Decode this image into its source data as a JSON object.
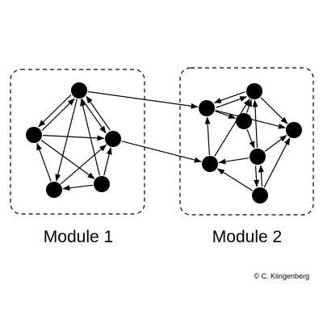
{
  "modules": [
    {
      "label": "Module 1",
      "nodes": [
        "m1-a",
        "m1-b",
        "m1-c",
        "m1-d",
        "m1-e"
      ]
    },
    {
      "label": "Module 2",
      "nodes": [
        "m2-a",
        "m2-b",
        "m2-c",
        "m2-d",
        "m2-e",
        "m2-f",
        "m2-g"
      ]
    }
  ],
  "edges": [
    {
      "from": "m1-b",
      "to": "m1-a"
    },
    {
      "from": "m1-a",
      "to": "m1-b"
    },
    {
      "from": "m1-a",
      "to": "m1-c"
    },
    {
      "from": "m1-a",
      "to": "m1-d"
    },
    {
      "from": "m1-c",
      "to": "m1-a"
    },
    {
      "from": "m1-b",
      "to": "m1-c"
    },
    {
      "from": "m1-b",
      "to": "m1-e"
    },
    {
      "from": "m1-d",
      "to": "m1-b"
    },
    {
      "from": "m1-e",
      "to": "m1-d"
    },
    {
      "from": "m1-d",
      "to": "m1-c"
    },
    {
      "from": "m1-e",
      "to": "m1-c"
    },
    {
      "from": "m1-e",
      "to": "m1-a"
    },
    {
      "from": "m1-a",
      "to": "m2-a"
    },
    {
      "from": "m1-c",
      "to": "m2-d"
    },
    {
      "from": "m2-a",
      "to": "m2-b"
    },
    {
      "from": "m2-b",
      "to": "m2-a"
    },
    {
      "from": "m2-b",
      "to": "m2-c"
    },
    {
      "from": "m2-a",
      "to": "m2-c"
    },
    {
      "from": "m2-a",
      "to": "m2-f"
    },
    {
      "from": "m2-d",
      "to": "m2-a"
    },
    {
      "from": "m2-e",
      "to": "m2-b"
    },
    {
      "from": "m2-e",
      "to": "m2-c"
    },
    {
      "from": "m2-e",
      "to": "m2-d"
    },
    {
      "from": "m2-f",
      "to": "m2-e"
    },
    {
      "from": "m2-g",
      "to": "m2-e"
    },
    {
      "from": "m2-e",
      "to": "m2-g"
    },
    {
      "from": "m2-g",
      "to": "m2-d"
    },
    {
      "from": "m2-g",
      "to": "m2-c"
    },
    {
      "from": "m2-d",
      "to": "m2-b"
    },
    {
      "from": "m2-f",
      "to": "m2-b"
    }
  ],
  "copyright": "© C. Klingenberg",
  "colors": {
    "node": "#000000",
    "edge": "#000000",
    "border": "#000000",
    "background": "#ffffff"
  }
}
